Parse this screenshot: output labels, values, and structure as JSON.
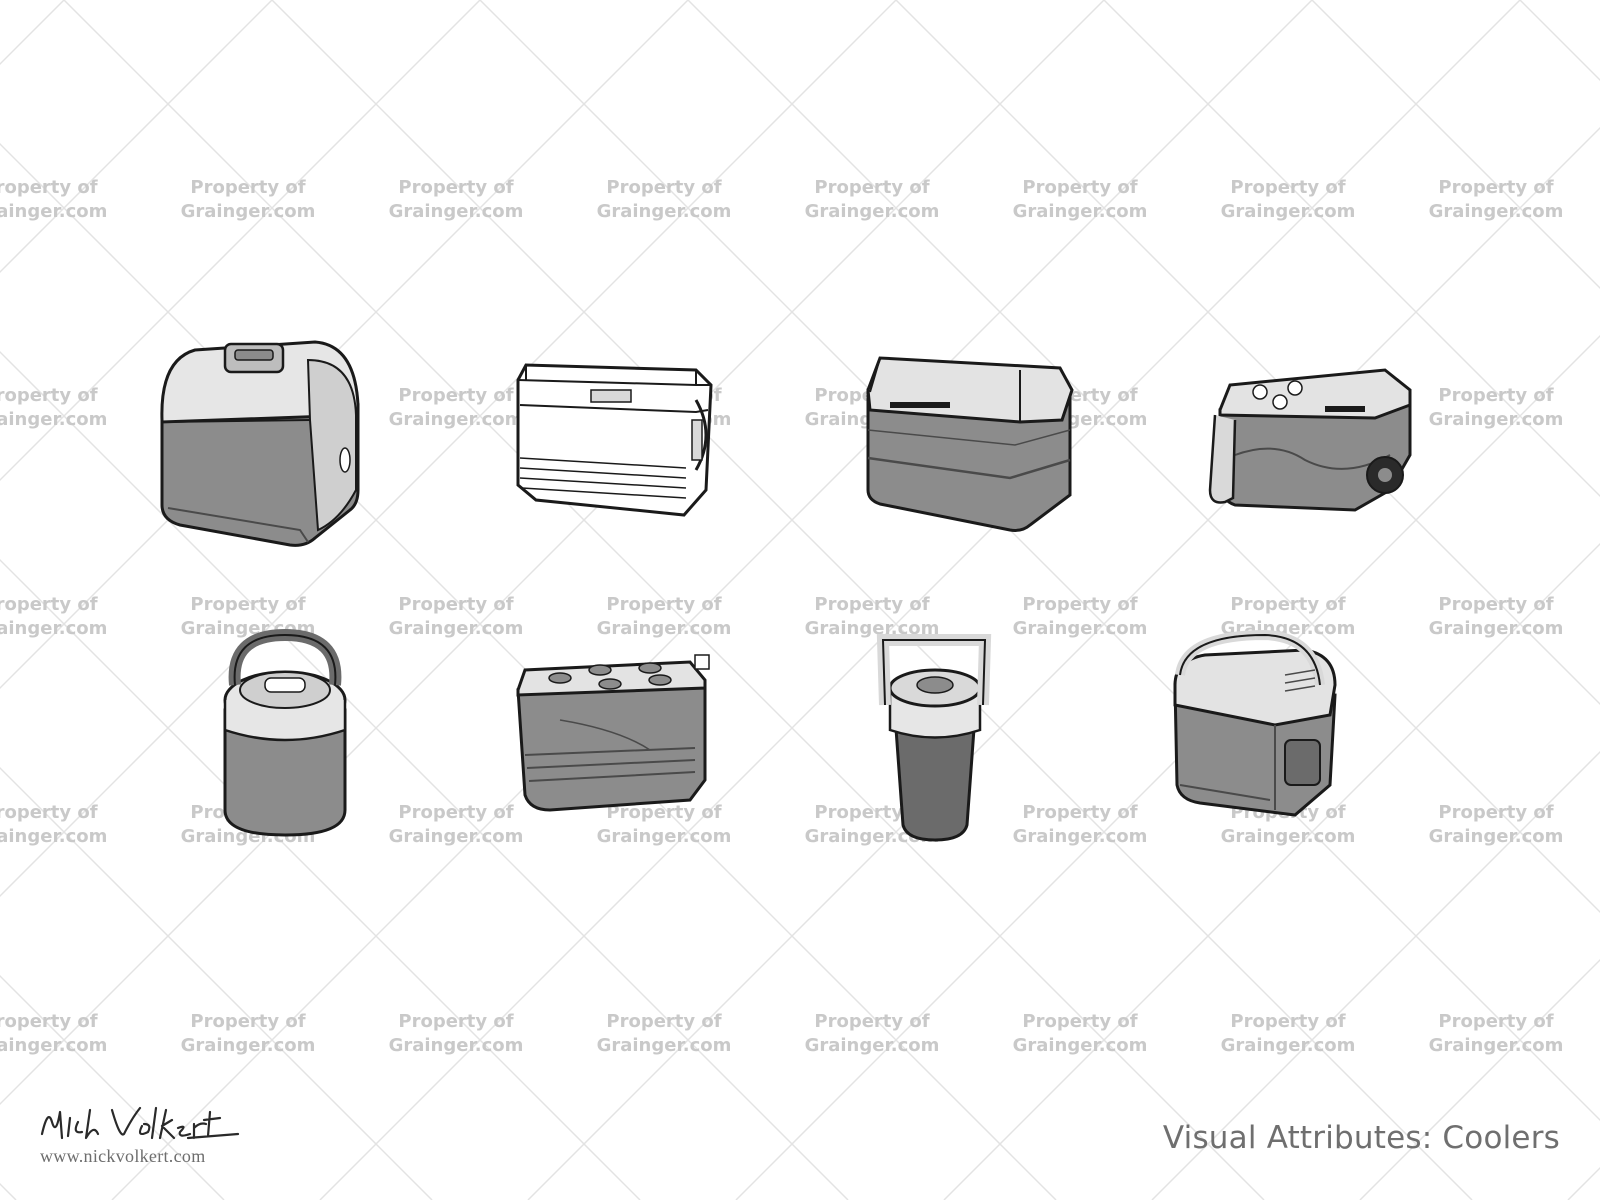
{
  "caption": "Visual Attributes: Coolers",
  "signature": "Nick Volkert",
  "site_url": "www.nickvolkert.com",
  "watermark": {
    "line1": "Property of",
    "line2": "Grainger.com"
  },
  "colors": {
    "body_gray": "#8c8c8c",
    "dark_gray": "#6b6b6b",
    "light_gray": "#d9d9d9",
    "outline": "#1a1a1a",
    "watermark": "#c9c9c9",
    "lattice": "#e3e3e3",
    "caption": "#6f6f6f"
  },
  "coolers": [
    {
      "id": "personal-cooler",
      "kind": "lunch box cooler with push-button lid"
    },
    {
      "id": "white-chest-cooler",
      "kind": "white chest cooler with side handles"
    },
    {
      "id": "gray-chest-cooler",
      "kind": "gray chest cooler with lid"
    },
    {
      "id": "wheeled-cooler",
      "kind": "wheeled cooler with pull handle"
    },
    {
      "id": "round-jug-cooler",
      "kind": "round beverage jug with handle"
    },
    {
      "id": "cup-holder-cooler",
      "kind": "cooler with cup-holder lid"
    },
    {
      "id": "tall-jug-cooler",
      "kind": "tall beverage jug with handle"
    },
    {
      "id": "handle-cooler",
      "kind": "compact cooler with swing handle"
    }
  ]
}
